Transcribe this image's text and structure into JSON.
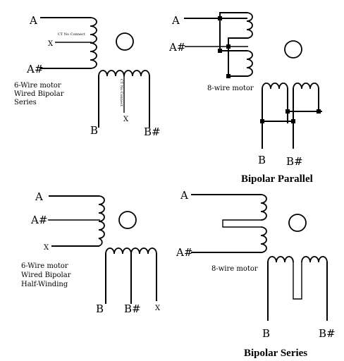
{
  "quad_tl": {
    "label_a": "A",
    "label_x": "X",
    "label_a_bar": "A#",
    "ct_top": "CT No Connect",
    "ct_bottom": "CT No Connect",
    "desc_line1": "6-Wire motor",
    "desc_line2": "Wired Bipolar",
    "desc_line3": "Series",
    "label_b": "B",
    "label_x2": "X",
    "label_b_bar": "B#"
  },
  "quad_tr": {
    "label_a": "A",
    "label_a_bar": "A#",
    "motor_label": "8-wire motor",
    "label_b": "B",
    "label_b_bar": "B#",
    "title": "Bipolar Parallel"
  },
  "quad_bl": {
    "label_a": "A",
    "label_a_bar": "A#",
    "label_x": "X",
    "desc_line1": "6-Wire motor",
    "desc_line2": "Wired Bipolar",
    "desc_line3": "Half-Winding",
    "label_b": "B",
    "label_b_bar": "B#",
    "label_x2": "X"
  },
  "quad_br": {
    "label_a": "A",
    "label_a_bar": "A#",
    "motor_label": "8-wire motor",
    "label_b": "B",
    "label_b_bar": "B#",
    "title": "Bipolar Series"
  }
}
